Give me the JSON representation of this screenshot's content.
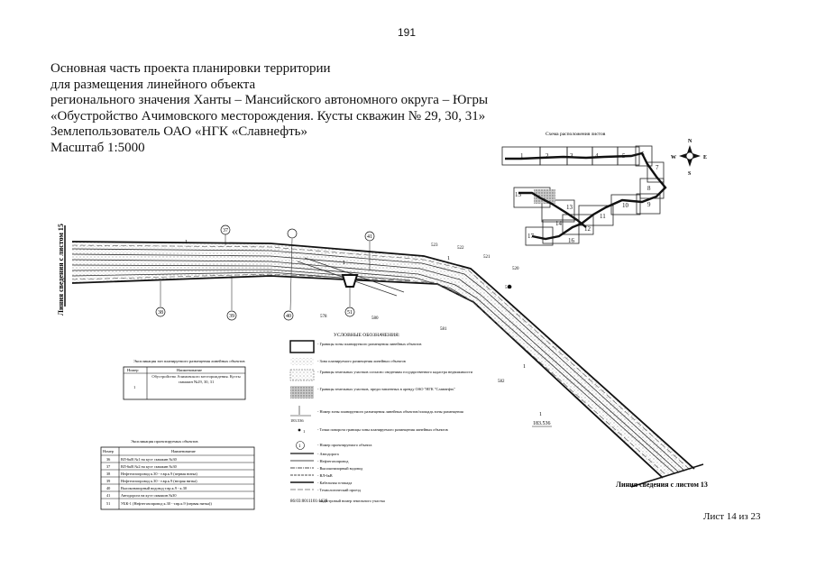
{
  "page_number": "191",
  "title_lines": [
    "Основная часть проекта планировки территории",
    "для размещения линейного объекта",
    "регионального значения Ханты – Мансийского автономного округа – Югры",
    "«Обустройство Ачимовского  месторождения. Кусты скважин № 29, 30, 31»",
    "Землепользователь ОАО «НГК «Славнефть»",
    "Масштаб 1:5000"
  ],
  "sheet_scheme": {
    "title": "Схема расположения листов",
    "sheets": [
      "1",
      "2",
      "3",
      "4",
      "5",
      "6",
      "7",
      "8",
      "9",
      "10",
      "11",
      "12",
      "13",
      "14",
      "15",
      "16",
      "17"
    ]
  },
  "compass": {
    "n": "N",
    "s": "S",
    "w": "W",
    "e": "E"
  },
  "match_lines": {
    "left": "Линия сведения с листом 15",
    "right": "Линия сведения с листом 13"
  },
  "map_labels": {
    "circles": [
      "37",
      "38",
      "39",
      "40",
      "41",
      "51"
    ],
    "points": [
      "523",
      "522",
      "521",
      "520",
      "519",
      "578",
      "580",
      "581",
      "582"
    ],
    "zone_ids": [
      "1",
      "1",
      "1",
      "1",
      "1"
    ],
    "zone_code": "183.536",
    "zone_code_right": "183.536"
  },
  "legend": {
    "title": "УСЛОВНЫЕ ОБОЗНАЧЕНИЯ:",
    "items": [
      "- Границы зоны планируемого размещения линейных объектов",
      "- Зона планируемого размещения линейных объектов",
      "- Границы земельных участков согласно сведениям государственного кадастра недвижимости",
      "- Границы земельных участков, предоставленных в аренду ОАО \"НГК \"Славнефть\"",
      "- Номер зоны планируемого размещения линейных объектов/площадь зоны размещения",
      "- Точки поворота границы зоны планируемого размещения линейных объектов",
      "- Номер проектируемого объекта",
      "- Автодорога",
      "- Нефтегазопровод",
      "- Высоконапорный водовод",
      "- ВЛ-6кВ",
      "- Кабельная эстакада",
      "- Технологический проезд",
      "- кадастровый номер земельного участка"
    ],
    "sample_code": "183.536",
    "sample_point": "1",
    "sample_circle": "1",
    "cadastral": "86:03:0011101:1639"
  },
  "zones_table": {
    "caption": "Экспликация зон планируемого размещения линейных объектов",
    "headers": [
      "Номер",
      "Наименование"
    ],
    "rows": [
      [
        "1",
        "Обустройство Ачимовского месторождения. Кусты скважин №29, 30, 31"
      ]
    ]
  },
  "objects_table": {
    "caption": "Экспликация проектируемых объектов",
    "headers": [
      "Номер",
      "Наименование"
    ],
    "rows": [
      [
        "36",
        "ВЛ-6кВ №1 на куст скважин №30"
      ],
      [
        "37",
        "ВЛ-6кВ №2 на куст скважин №30"
      ],
      [
        "38",
        "Нефтегазопровод к.30 - т.вр.к.9 (первая нитка)"
      ],
      [
        "39",
        "Нефтегазопровод к.30 - т.вр.к.9 (вторая нитка)"
      ],
      [
        "40",
        "Высоконапорный водовод т.вр.к.9 - к.30"
      ],
      [
        "41",
        "Автодорога на куст скважин №30"
      ],
      [
        "51",
        "УБК-1 (Нефтегазопровод к.30 - т.вр.к.9 (первая нитка))"
      ]
    ]
  },
  "footer": "Лист 14 из 23"
}
